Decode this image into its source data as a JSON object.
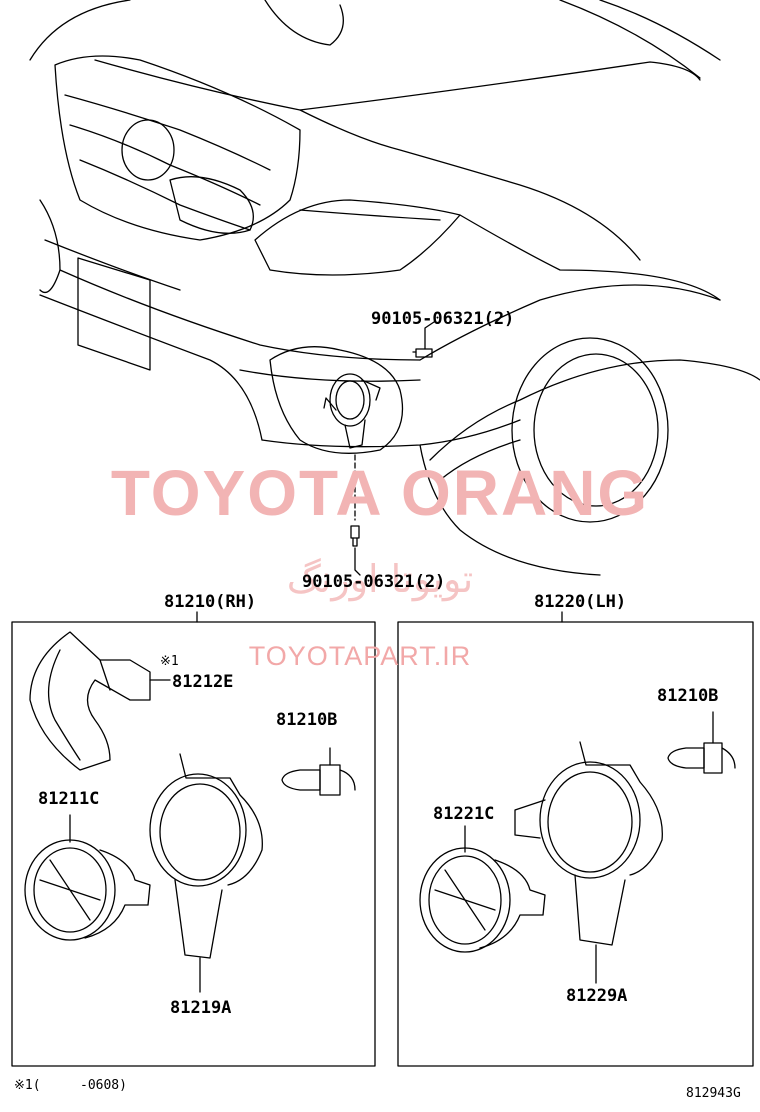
{
  "watermark": {
    "brand": "TOYOTA ORANG",
    "persian": "تویوتا اورنگ",
    "url": "TOYOTAPART.IR"
  },
  "callouts": {
    "bolt_upper": "90105-06321(2)",
    "bolt_lower": "90105-06321(2)",
    "rh_assembly": "81210(RH)",
    "lh_assembly": "81220(LH)",
    "rh_bracket": "81212E",
    "rh_bracket_mark": "※1",
    "rh_bulb": "81210B",
    "rh_lamp_unit": "81211C",
    "rh_cover": "81219A",
    "lh_bulb": "81210B",
    "lh_lamp_unit": "81221C",
    "lh_cover": "81229A"
  },
  "footnote": {
    "mark": "※1(",
    "range": "-0608)"
  },
  "diagram_code": "812943G",
  "colors": {
    "line": "#000000",
    "watermark_brand": "#f2b4b4",
    "watermark_url": "#f2a8a8",
    "background": "#ffffff"
  }
}
